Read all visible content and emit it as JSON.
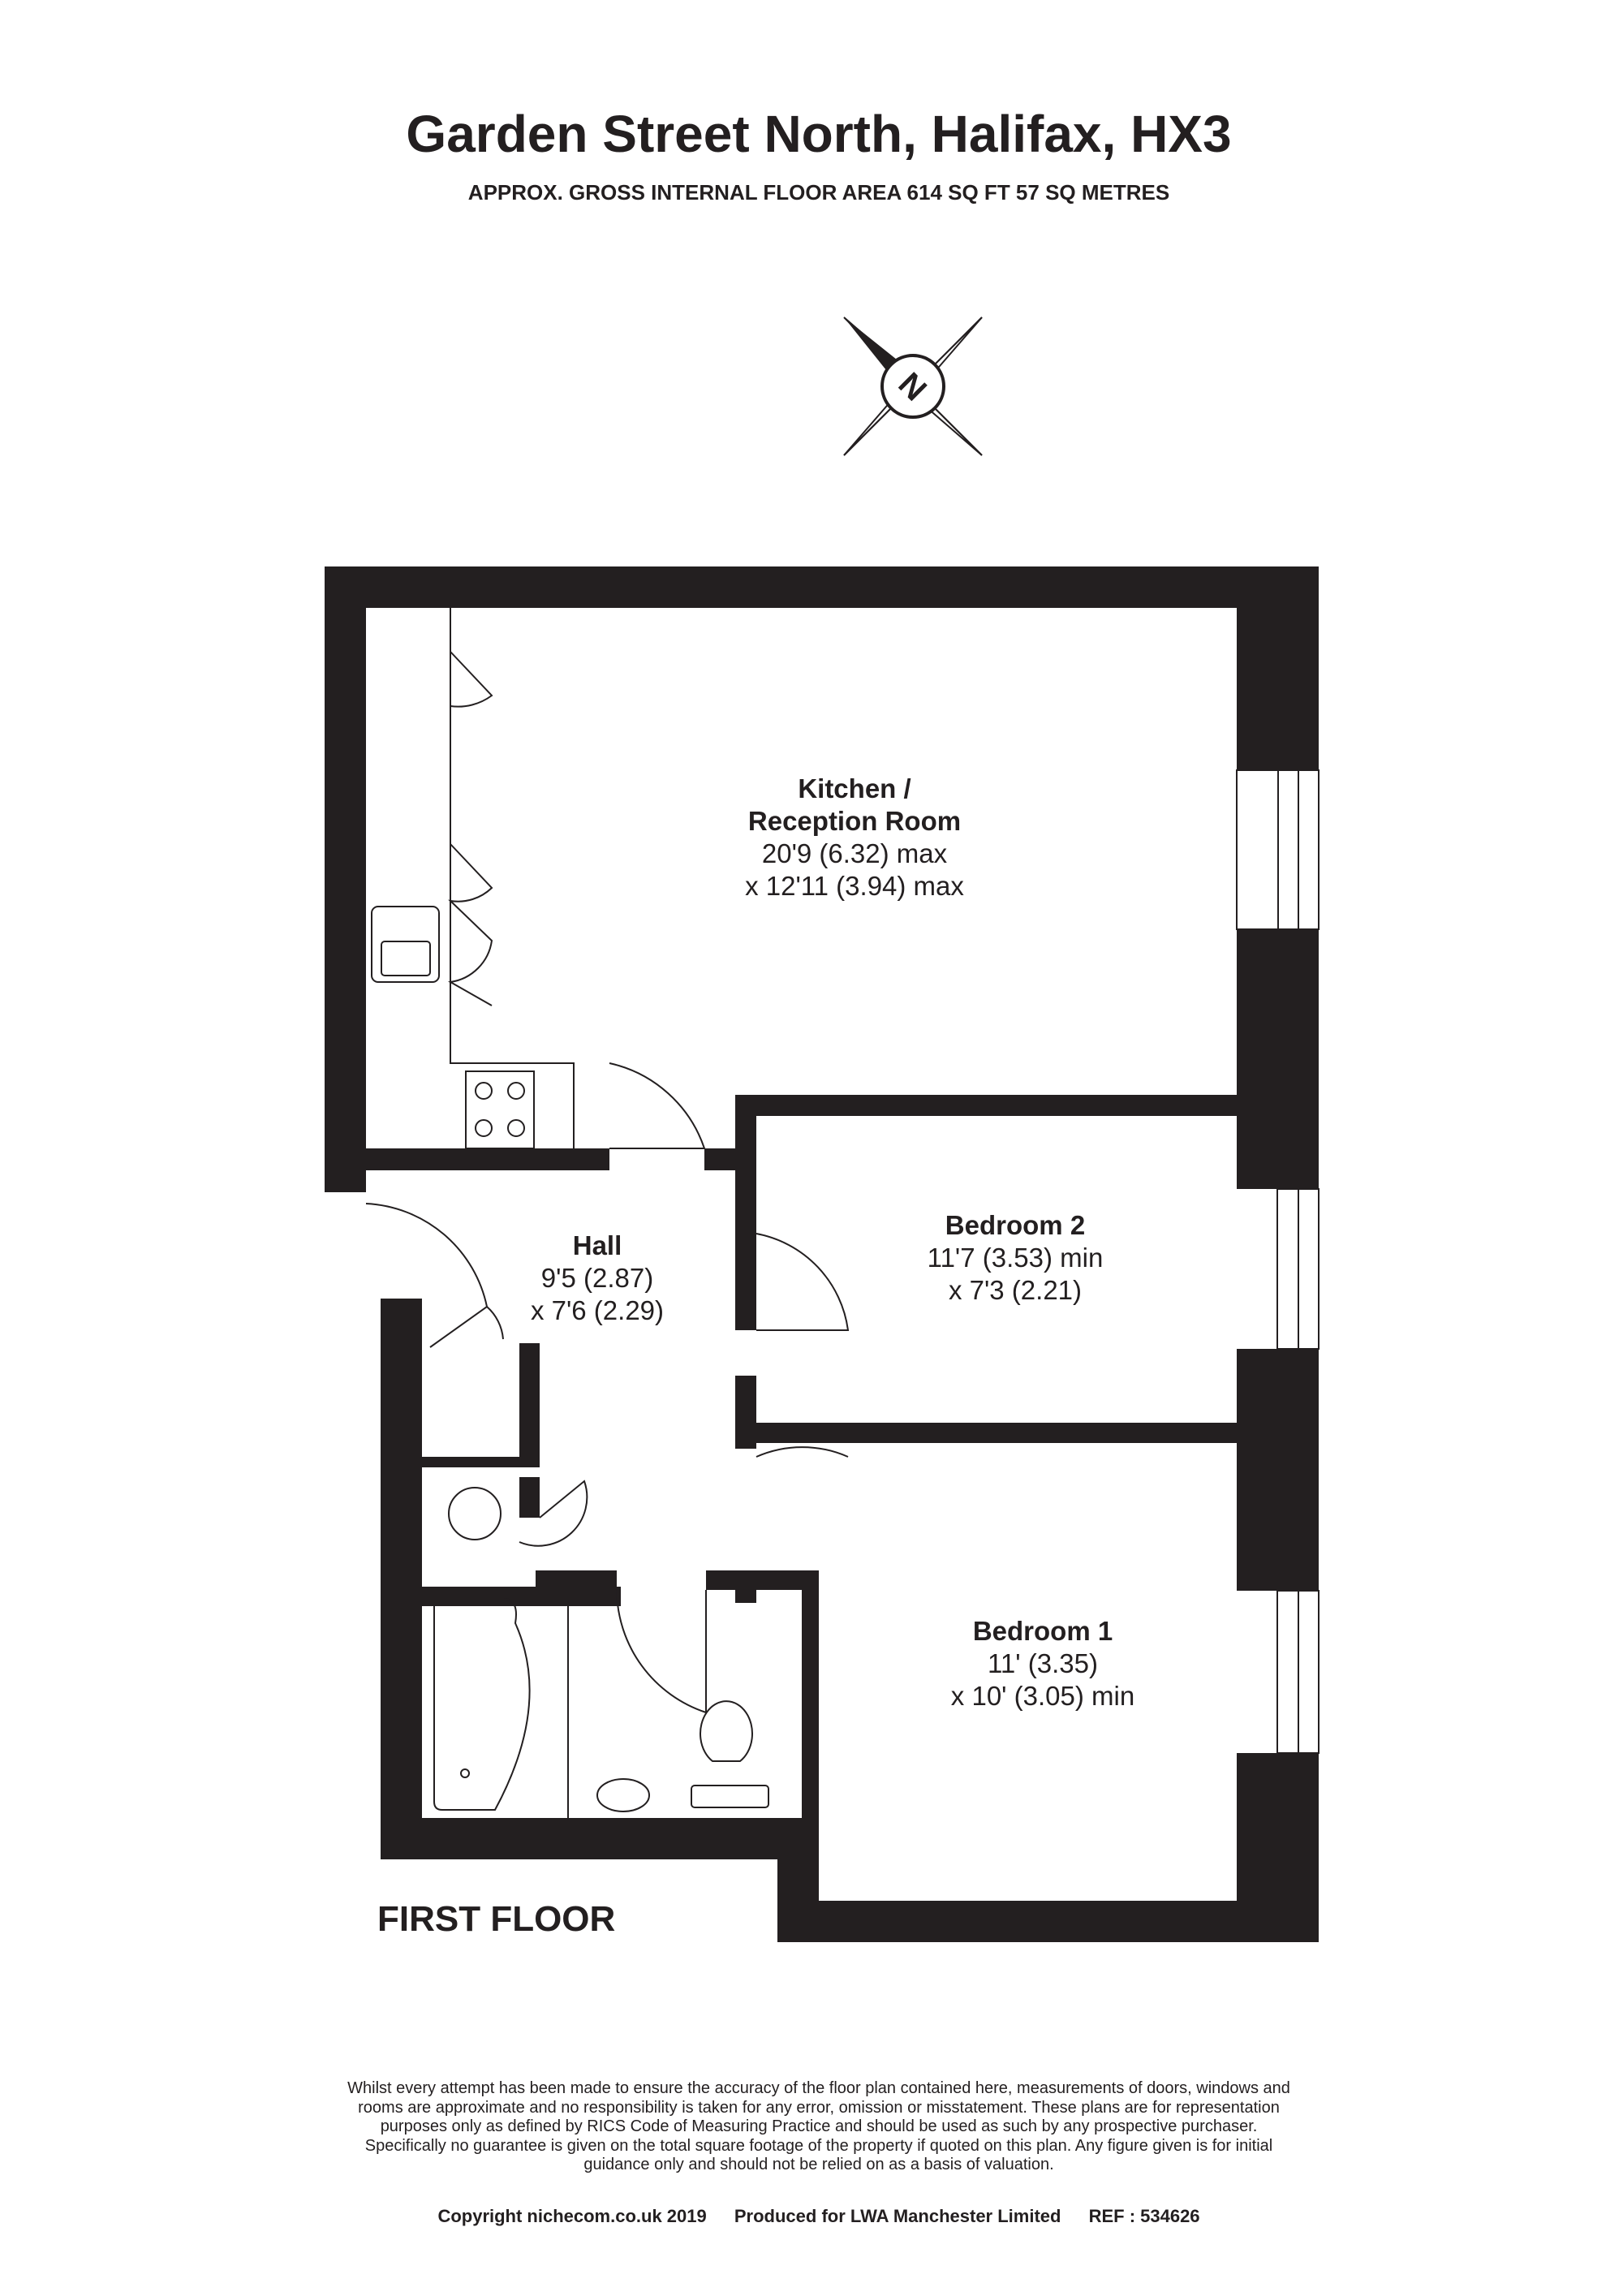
{
  "header": {
    "title": "Garden Street North, Halifax, HX3",
    "subtitle": "APPROX. GROSS INTERNAL FLOOR AREA 614 SQ FT 57 SQ METRES"
  },
  "compass": {
    "label": "N",
    "icon": "north-compass-icon"
  },
  "rooms": [
    {
      "name": "Kitchen /",
      "name2": "Reception Room",
      "dim1": "20'9 (6.32) max",
      "dim2": "x 12'11 (3.94) max"
    },
    {
      "name": "Hall",
      "dim1": "9'5 (2.87)",
      "dim2": "x 7'6 (2.29)"
    },
    {
      "name": "Bedroom 2",
      "dim1": "11'7 (3.53) min",
      "dim2": "x 7'3 (2.21)"
    },
    {
      "name": "Bedroom 1",
      "dim1": "11' (3.35)",
      "dim2": "x 10' (3.05) min"
    }
  ],
  "floor_label": "FIRST FLOOR",
  "disclaimer": [
    "Whilst every attempt has been made to ensure the accuracy of the floor plan contained here, measurements of doors, windows and",
    "rooms are approximate and no responsibility is taken for any error, omission or misstatement. These plans are for representation",
    "purposes only as defined by RICS Code of Measuring Practice and should be used as such by any prospective purchaser.",
    "Specifically no guarantee is given on the total square footage of the property if quoted on this plan. Any figure given is for initial",
    "guidance only and should not be relied on as a basis of valuation."
  ],
  "footer": {
    "copyright": "Copyright nichecom.co.uk 2019",
    "produced_for": "Produced for LWA Manchester Limited",
    "ref": "REF : 534626"
  },
  "colors": {
    "wall": "#231f20",
    "line": "#231f20"
  }
}
